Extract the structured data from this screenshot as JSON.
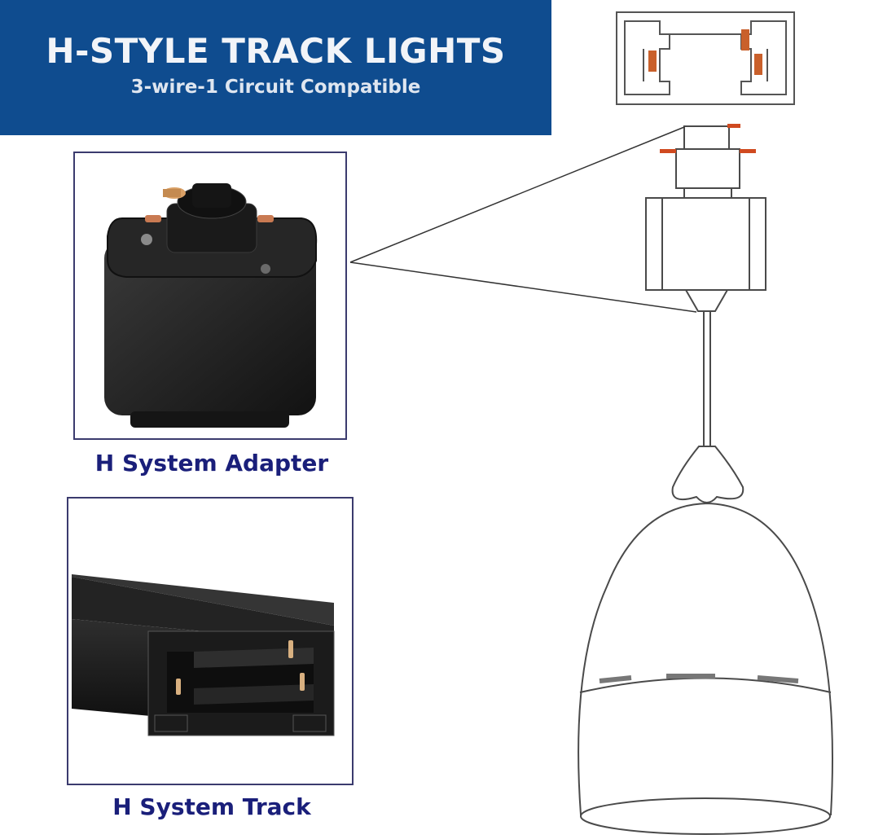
{
  "header": {
    "title": "H-STYLE TRACK LIGHTS",
    "subtitle": "3-wire-1 Circuit Compatible"
  },
  "captions": {
    "adapter": "H System Adapter",
    "track": "H System Track"
  },
  "colors": {
    "banner": "#0f4c8f",
    "caption": "#1a1f7a",
    "contact": "#d04a20",
    "product": "#1e1e1e"
  },
  "icons": [
    "adapter-photo",
    "track-photo",
    "track-profile",
    "pendant-light"
  ]
}
